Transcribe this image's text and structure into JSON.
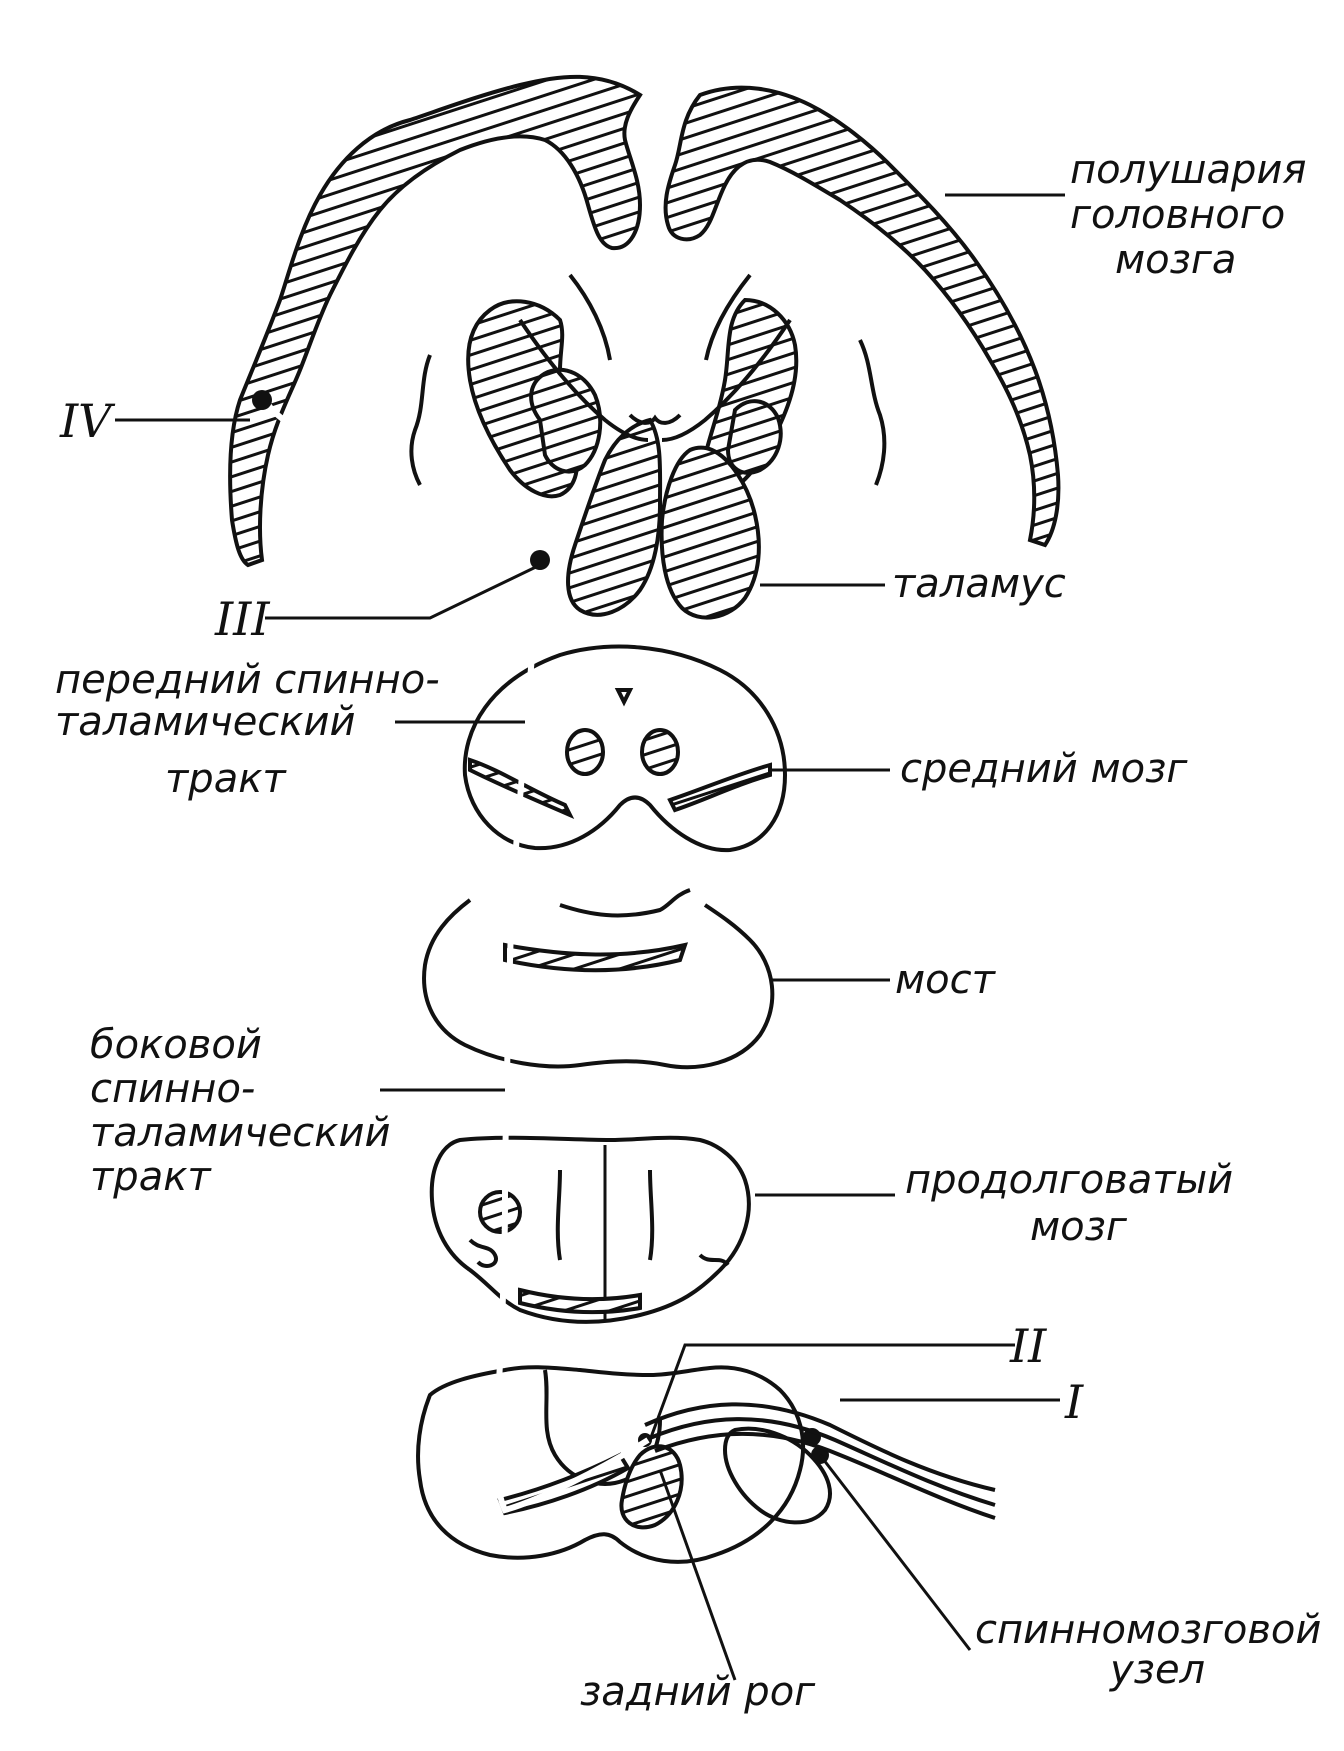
{
  "labels": {
    "hemispheres": [
      "полушария",
      "головного",
      "мозга"
    ],
    "thalamus": "таламус",
    "anterior_tract": [
      "передний спинно-",
      "таламический",
      "тракт"
    ],
    "midbrain": "средний мозг",
    "pons": "мост",
    "lateral_tract": [
      "боковой",
      "спинно-",
      "таламический",
      "тракт"
    ],
    "medulla": [
      "продолговатый",
      "мозг"
    ],
    "spinal_ganglion": [
      "спинномозговой",
      "узел"
    ],
    "dorsal_horn": "задний рог"
  },
  "neurons": {
    "n1": "I",
    "n2": "II",
    "n3": "III",
    "n4": "IV"
  },
  "colors": {
    "ink": "#111111",
    "background": "#ffffff"
  }
}
